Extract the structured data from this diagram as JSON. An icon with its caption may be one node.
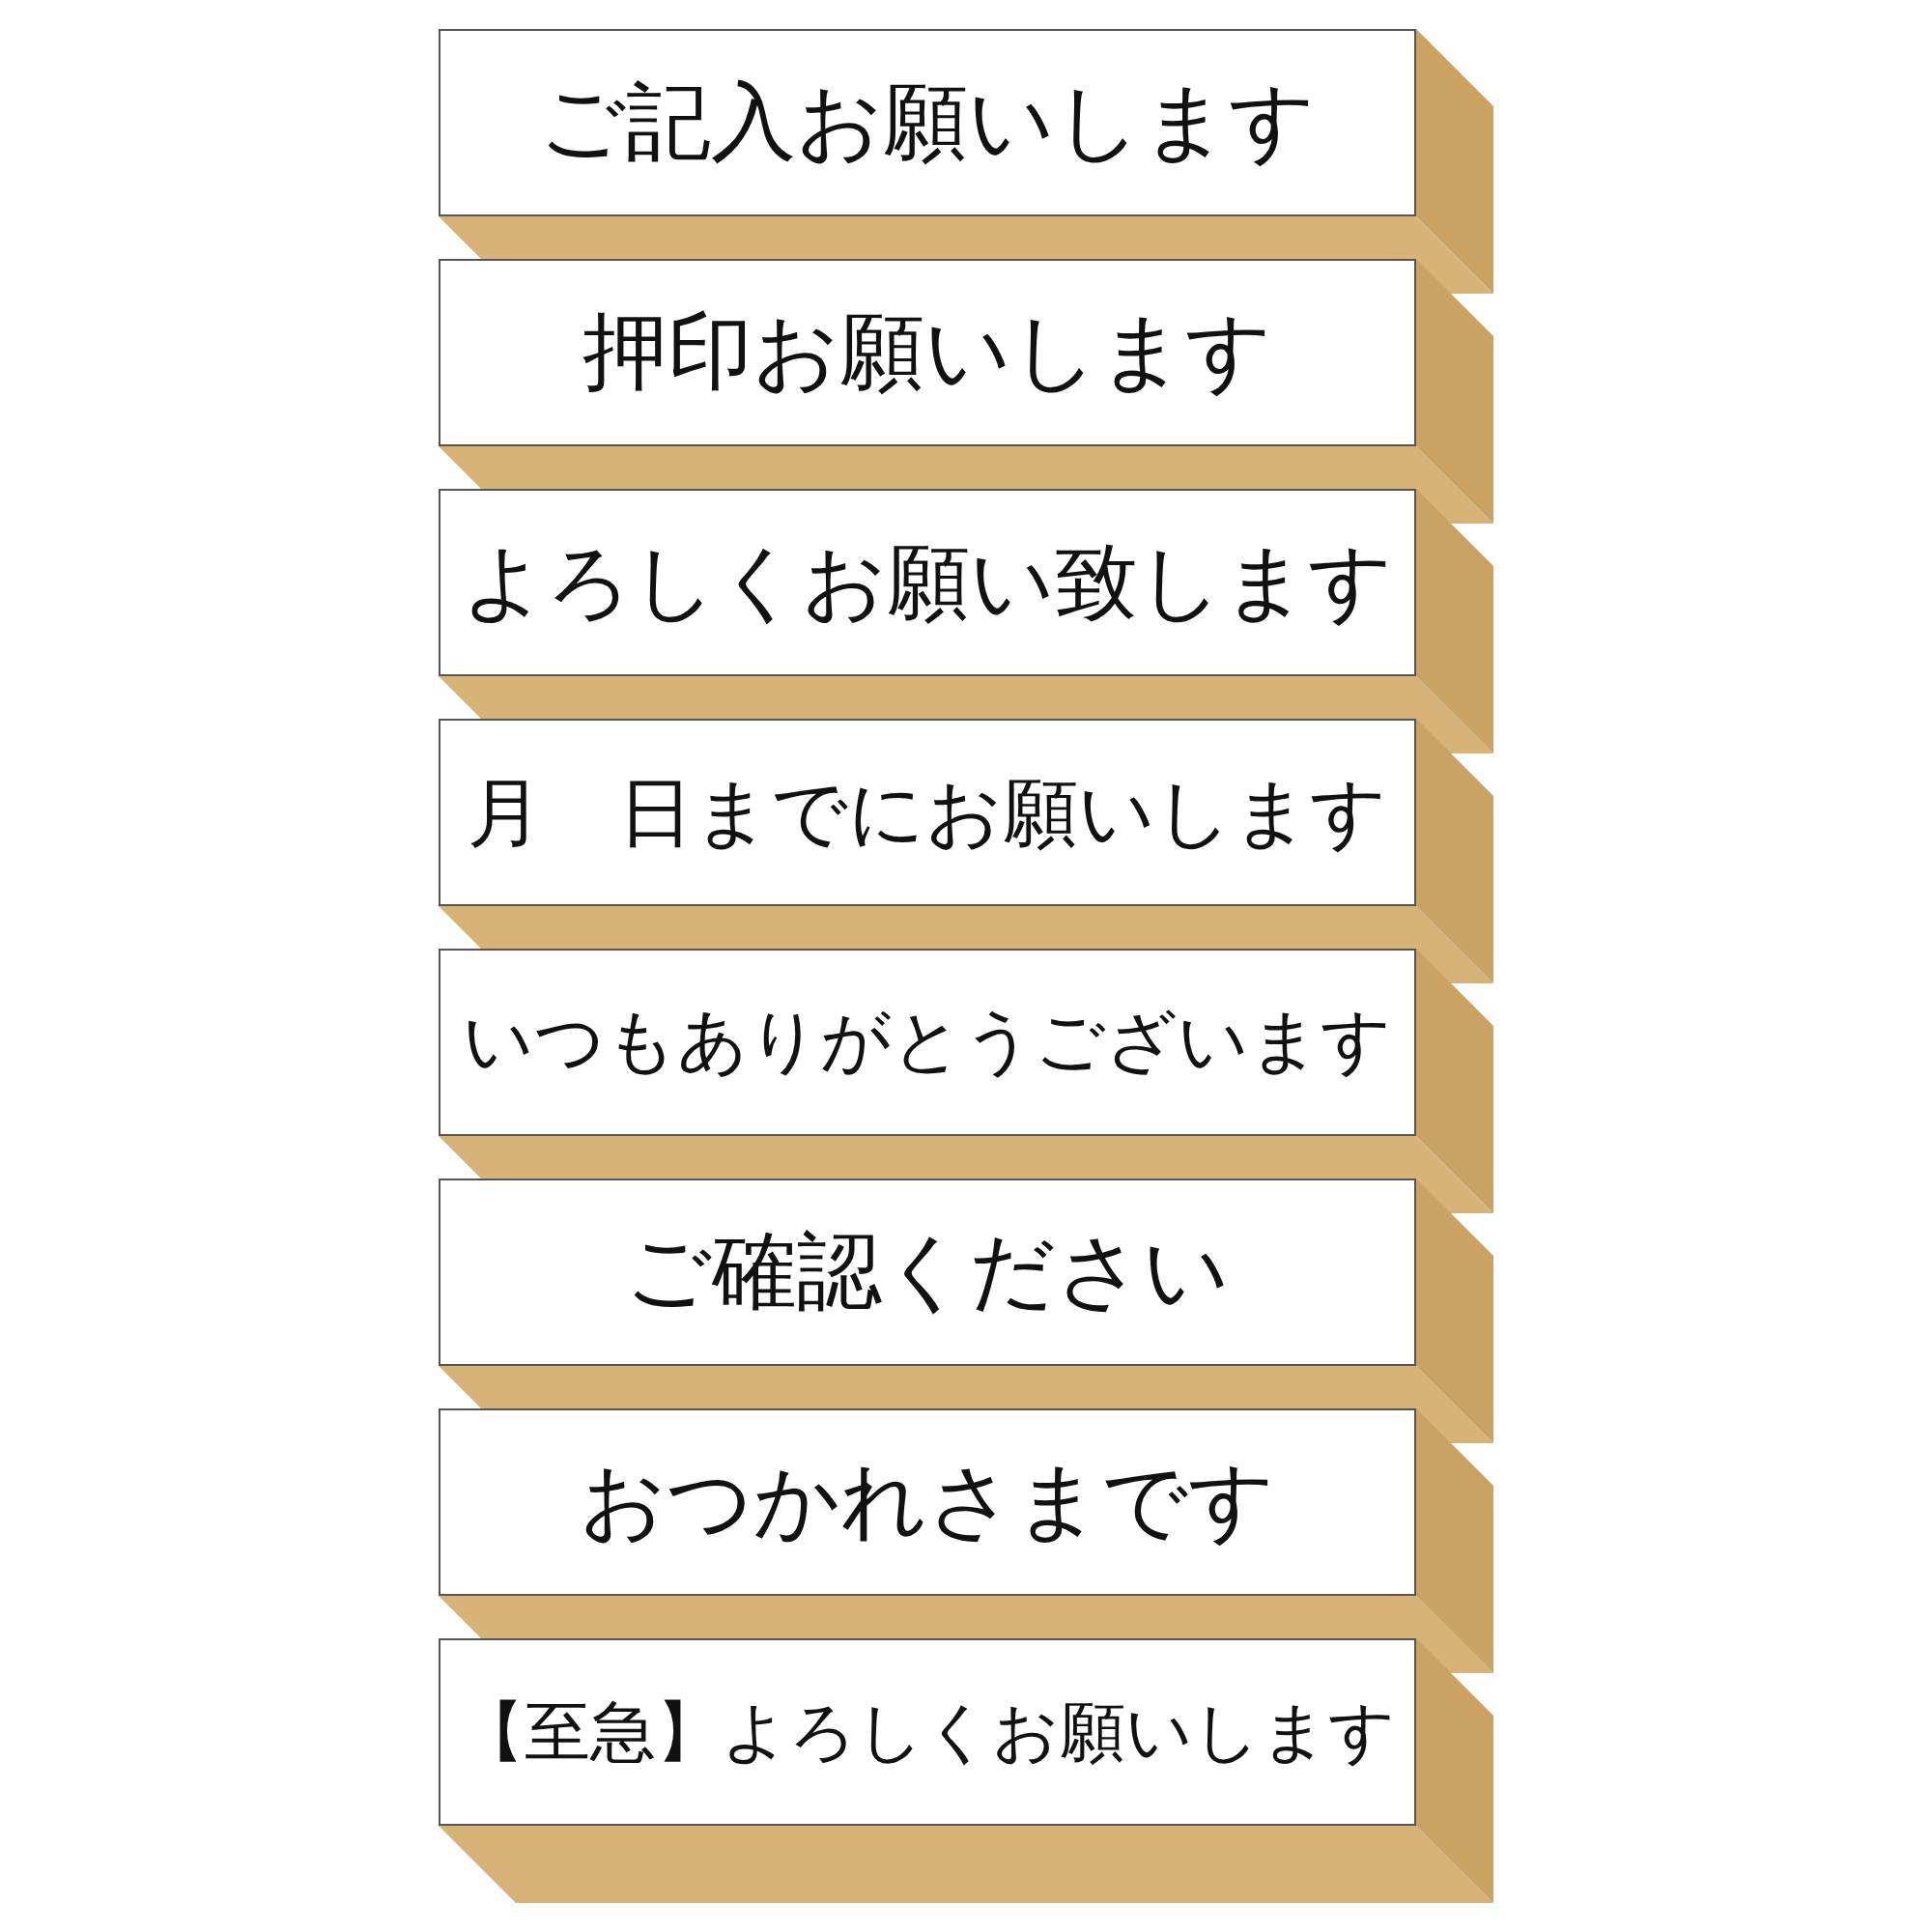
{
  "diagram": {
    "nodes": [
      {
        "text": [
          "ご記入お願いします"
        ]
      },
      {
        "text": [
          "押印お願いします"
        ]
      },
      {
        "text": [
          "よろしくお願い致します"
        ]
      },
      {
        "text": [
          "月　日までにお願いします"
        ]
      },
      {
        "text": [
          "いつもありがとうございます"
        ]
      },
      {
        "text": [
          "ご確認ください"
        ]
      },
      {
        "text": [
          "おつかれさまです"
        ]
      },
      {
        "text": [
          "【至急】よろしくお願いします"
        ]
      }
    ]
  }
}
